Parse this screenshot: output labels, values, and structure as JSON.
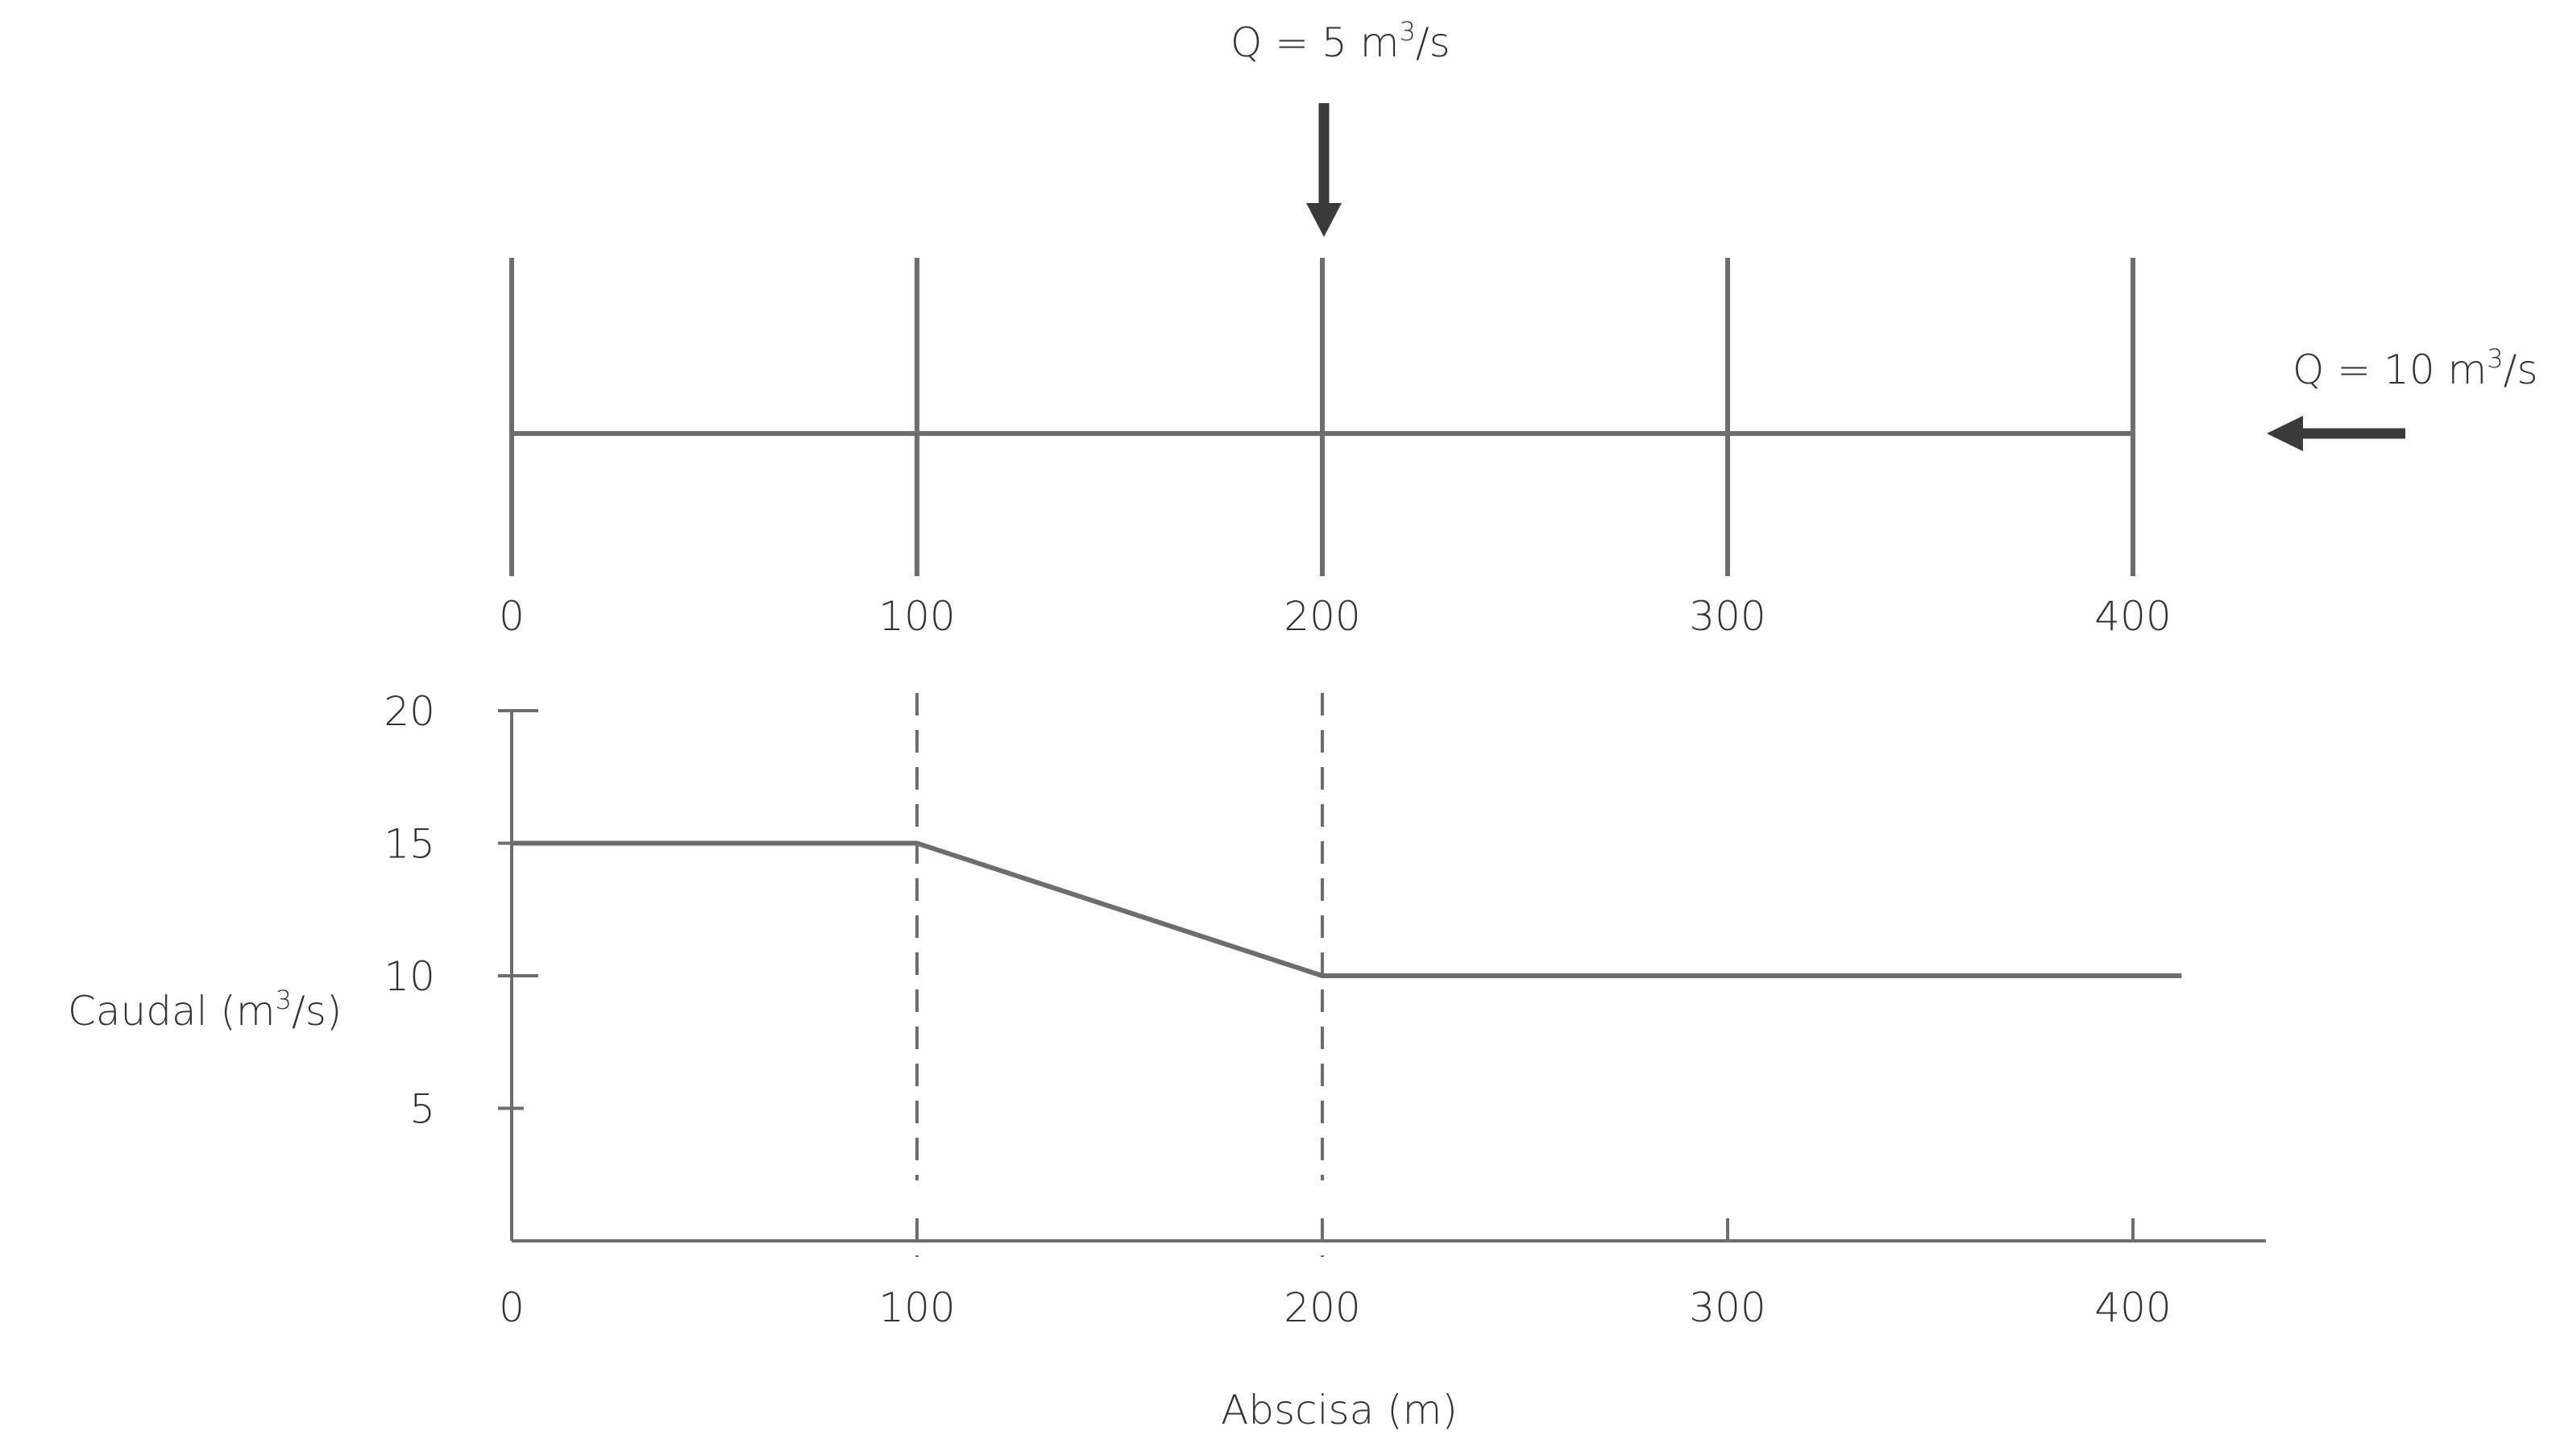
{
  "inflow_top": {
    "prefix": "Q = 5 m",
    "sup": "3",
    "suffix": "/s",
    "at_x": 200
  },
  "inflow_right": {
    "prefix": "Q = 10 m",
    "sup": "3",
    "suffix": "/s"
  },
  "chart_data": {
    "type": "line",
    "title": "",
    "xlabel": "Abscisa (m)",
    "ylabel_prefix": "Caudal (m",
    "ylabel_sup": "3",
    "ylabel_suffix": "/s)",
    "x_ticks": [
      0,
      100,
      200,
      300,
      400
    ],
    "x_tick_labels": [
      "0",
      "100",
      "200",
      "300",
      "400"
    ],
    "y_ticks": [
      5,
      10,
      15,
      20
    ],
    "y_tick_labels": [
      "5",
      "10",
      "15",
      "20"
    ],
    "xlim": [
      0,
      435
    ],
    "ylim": [
      0,
      20
    ],
    "grid": false,
    "dashed_markers_x": [
      100,
      200
    ],
    "series": [
      {
        "x": [
          0,
          100,
          200,
          412
        ],
        "y": [
          15,
          15,
          10,
          10
        ]
      }
    ]
  },
  "channel": {
    "stations": [
      0,
      100,
      200,
      300,
      400
    ],
    "station_labels": [
      "0",
      "100",
      "200",
      "300",
      "400"
    ]
  }
}
